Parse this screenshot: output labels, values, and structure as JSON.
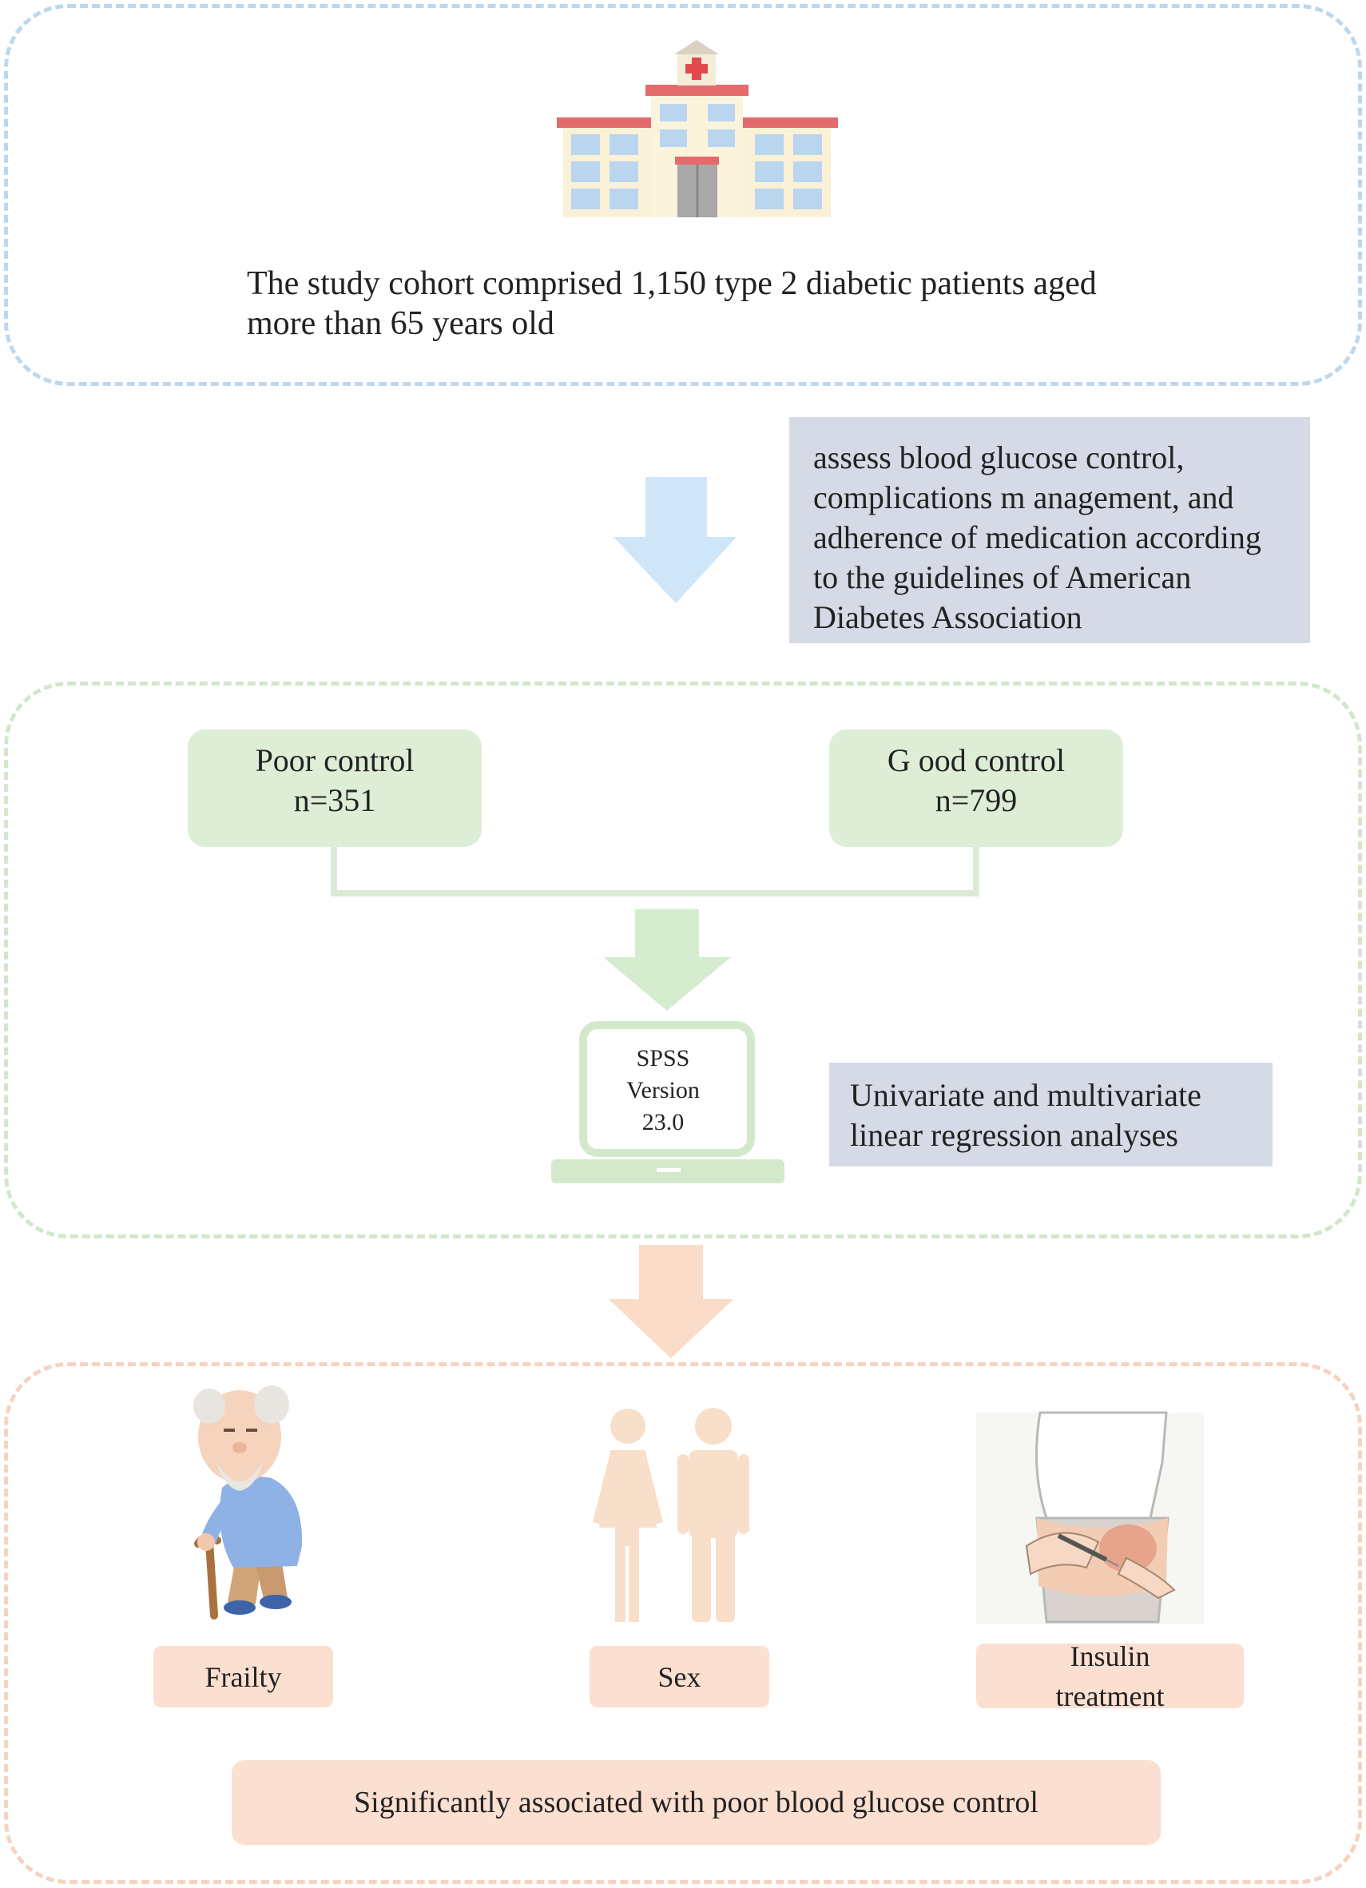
{
  "cohort": {
    "line1": "The study cohort comprised 1,150 type 2 diabetic patients aged",
    "line2": "more than 65 years old"
  },
  "assessment": {
    "lines": [
      "assess blood glucose control,",
      "complications m anagement, and",
      "adherence of medication according",
      "to the guidelines of American",
      "Diabetes Association"
    ]
  },
  "groups": {
    "poor": {
      "label": "Poor control",
      "n": "n=351"
    },
    "good": {
      "label": "G ood control",
      "n": "n=799"
    }
  },
  "software": {
    "name": "SPSS",
    "version_label": "Version",
    "version": "23.0"
  },
  "analysis": {
    "line1": "Univariate and multivariate",
    "line2": "linear regression analyses"
  },
  "factors": {
    "frailty": "Frailty",
    "sex": "Sex",
    "insulin_line1": "Insulin",
    "insulin_line2": "treatment"
  },
  "result": "Significantly associated with poor blood glucose control",
  "colors": {
    "blue_section": "#bcd8ef",
    "green_section": "#d2e6cc",
    "orange_section": "#f6d3c1",
    "note_fill": "#d5dae6",
    "group_fill": "#deeed6",
    "factor_fill": "#fbdfd0"
  },
  "icons": {
    "hospital": "hospital-icon",
    "laptop": "laptop-icon",
    "elderly": "elderly-man-icon",
    "couple": "man-woman-icon",
    "insulin": "insulin-injection-icon"
  }
}
